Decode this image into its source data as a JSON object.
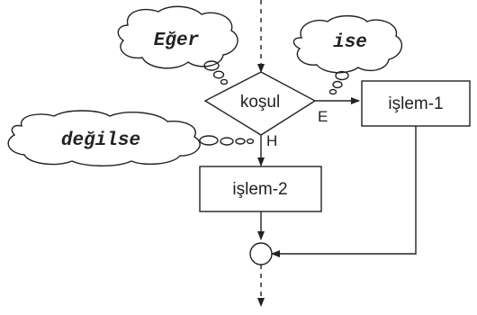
{
  "diagram": {
    "flow_labels": {
      "condition": "koşul",
      "process_1": "işlem-1",
      "process_2": "işlem-2",
      "true_branch": "E",
      "false_branch": "H"
    },
    "thought_bubbles": {
      "if": "Eğer",
      "then": "ise",
      "else": "değilse"
    },
    "colors": {
      "ink": "#222222",
      "background": "#ffffff"
    }
  }
}
